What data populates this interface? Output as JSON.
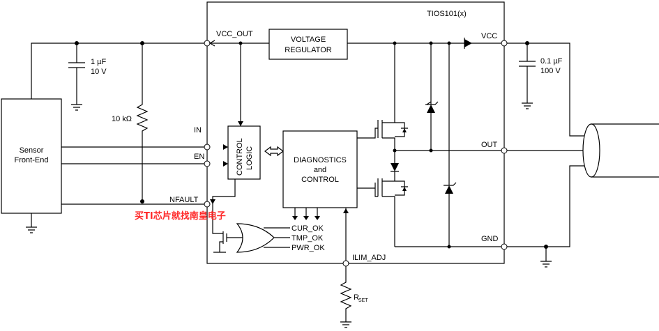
{
  "chip": {
    "part_number": "TIOS101(x)"
  },
  "pins": {
    "vcc_out": "VCC_OUT",
    "in": "IN",
    "en": "EN",
    "nfault": "NFAULT",
    "vcc": "VCC",
    "out": "OUT",
    "gnd": "GND",
    "ilim_adj": "ILIM_ADJ"
  },
  "blocks": {
    "voltage_regulator": [
      "VOLTAGE",
      "REGULATOR"
    ],
    "control_logic": [
      "CONTROL",
      "LOGIC"
    ],
    "diagnostics": [
      "DIAGNOSTICS",
      "and",
      "CONTROL"
    ],
    "sensor": [
      "Sensor",
      "Front-End"
    ]
  },
  "status_signals": [
    "CUR_OK",
    "TMP_OK",
    "PWR_OK"
  ],
  "components": {
    "cap_left": [
      "1 µF",
      "10 V"
    ],
    "cap_right": [
      "0.1 µF",
      "100 V"
    ],
    "pullup_resistor": "10 kΩ",
    "rset_main": "R",
    "rset_sub": "SET"
  },
  "watermark": "买TI芯片就找南皇电子"
}
